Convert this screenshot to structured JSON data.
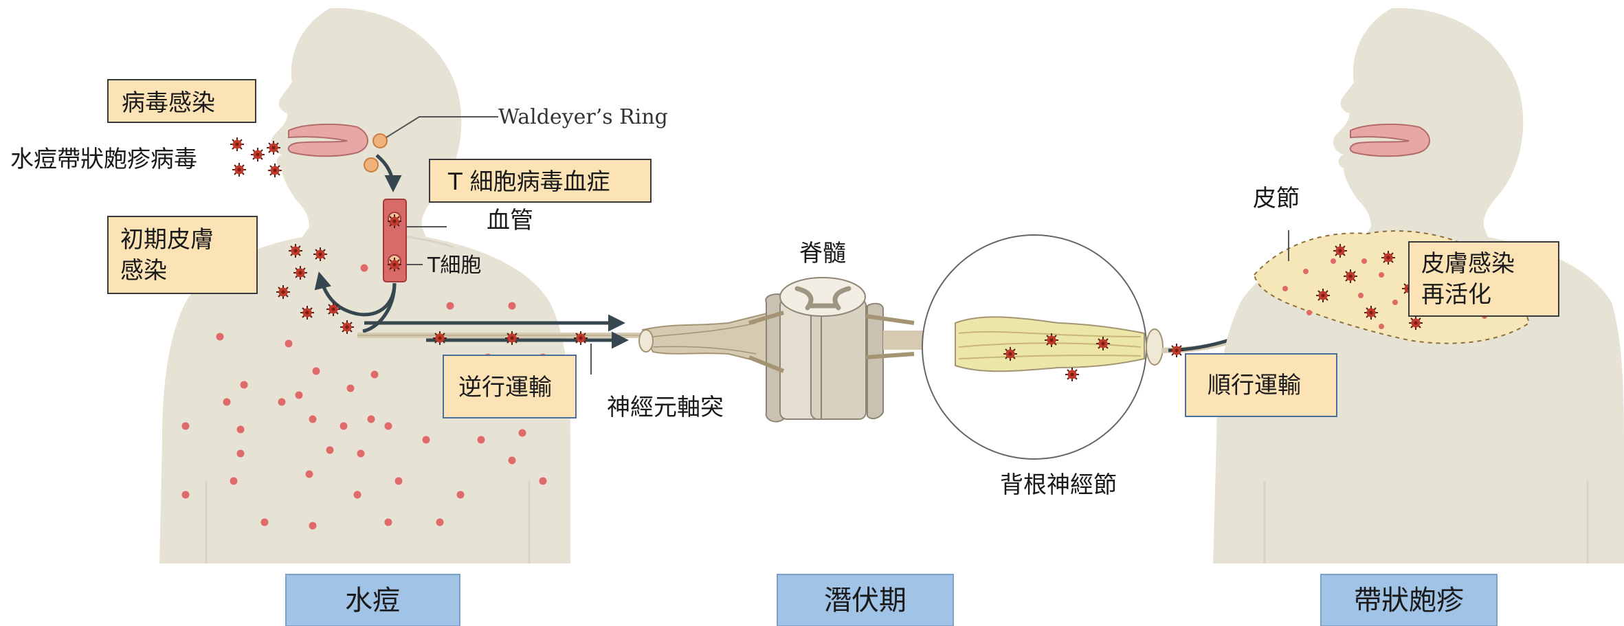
{
  "labels": {
    "infection": "病毒感染",
    "vzv": "水痘帶狀皰疹病毒",
    "waldeyer": "Waldeyer’s Ring",
    "t_cell_viremia": "T 細胞病毒血症",
    "blood_vessel": "血管",
    "t_cell": "T細胞",
    "initial_skin_line1": "初期皮膚",
    "initial_skin_line2": "感染",
    "retrograde": "逆行運輸",
    "axon": "神經元軸突",
    "spinal_cord": "脊髓",
    "drg": "背根神經節",
    "dermatome": "皮節",
    "reactivation_line1": "皮膚感染",
    "reactivation_line2": "再活化",
    "anterograde": "順行運輸"
  },
  "phases": {
    "varicella": "水痘",
    "latency": "潛伏期",
    "zoster": "帶狀皰疹"
  },
  "colors": {
    "body": "#e6e2d4",
    "body_shade": "#d9d4c3",
    "callout_fill": "#fbe3b6",
    "callout_border": "#3a3a3a",
    "phase_fill": "#a0c3e6",
    "phase_border": "#7aa1c9",
    "transport_fill": "#fbe3b6",
    "transport_border": "#4a6f9a",
    "lesion": "#e06a6a",
    "virus": "#c0392b",
    "virus_spikes": "#5a1f14",
    "arrow": "#37474f",
    "mouth": "#e7a7a4",
    "vessel": "#d96a6a",
    "nerve": "#d6cbb2",
    "ganglion": "#ece7a8",
    "dermatome": "#f6e7b9"
  }
}
